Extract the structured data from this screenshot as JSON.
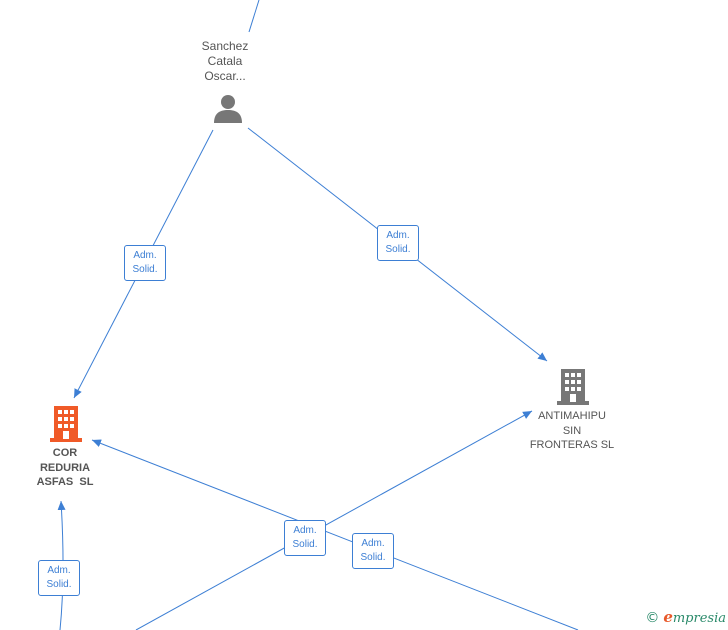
{
  "colors": {
    "edge": "#3d7fd4",
    "person_icon": "#777777",
    "company_main_icon": "#f05a28",
    "company_other_icon": "#777777",
    "brand": "#2a8a6a",
    "brand_accent": "#e8592a"
  },
  "nodes": {
    "person": {
      "lines": [
        "Sanchez",
        "Catala",
        "Oscar..."
      ],
      "icon": "person-icon"
    },
    "cor": {
      "lines": [
        "COR",
        "REDURIA",
        "ASFAS  SL"
      ],
      "icon": "building-icon"
    },
    "antimahipu": {
      "lines": [
        "ANTIMAHIPU",
        "SIN",
        "FRONTERAS SL"
      ],
      "icon": "building-icon"
    }
  },
  "edge_labels": [
    {
      "line1": "Adm.",
      "line2": "Solid."
    },
    {
      "line1": "Adm.",
      "line2": "Solid."
    },
    {
      "line1": "Adm.",
      "line2": "Solid."
    },
    {
      "line1": "Adm.",
      "line2": "Solid."
    },
    {
      "line1": "Adm.",
      "line2": "Solid."
    }
  ],
  "brand": {
    "copyright": "©",
    "initial": "e",
    "rest": "mpresia"
  }
}
